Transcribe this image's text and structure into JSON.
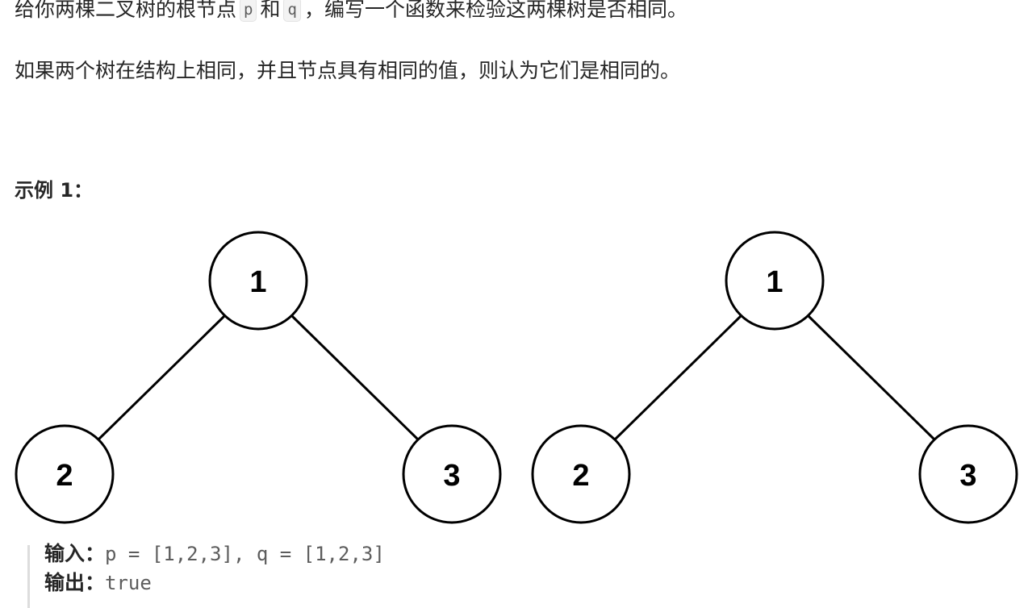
{
  "problem": {
    "desc_part1": "给你两棵二叉树的根节点",
    "param_p": "p",
    "desc_and": "和",
    "param_q": "q",
    "desc_part2": "，编写一个函数来检验这两棵树是否相同。",
    "line2": "如果两个树在结构上相同，并且节点具有相同的值，则认为它们是相同的。"
  },
  "example": {
    "heading": "示例 1：",
    "tree_p": {
      "root": "1",
      "left": "2",
      "right": "3"
    },
    "tree_q": {
      "root": "1",
      "left": "2",
      "right": "3"
    },
    "input_label": "输入：",
    "input_value": "p = [1,2,3], q = [1,2,3]",
    "output_label": "输出：",
    "output_value": "true"
  }
}
